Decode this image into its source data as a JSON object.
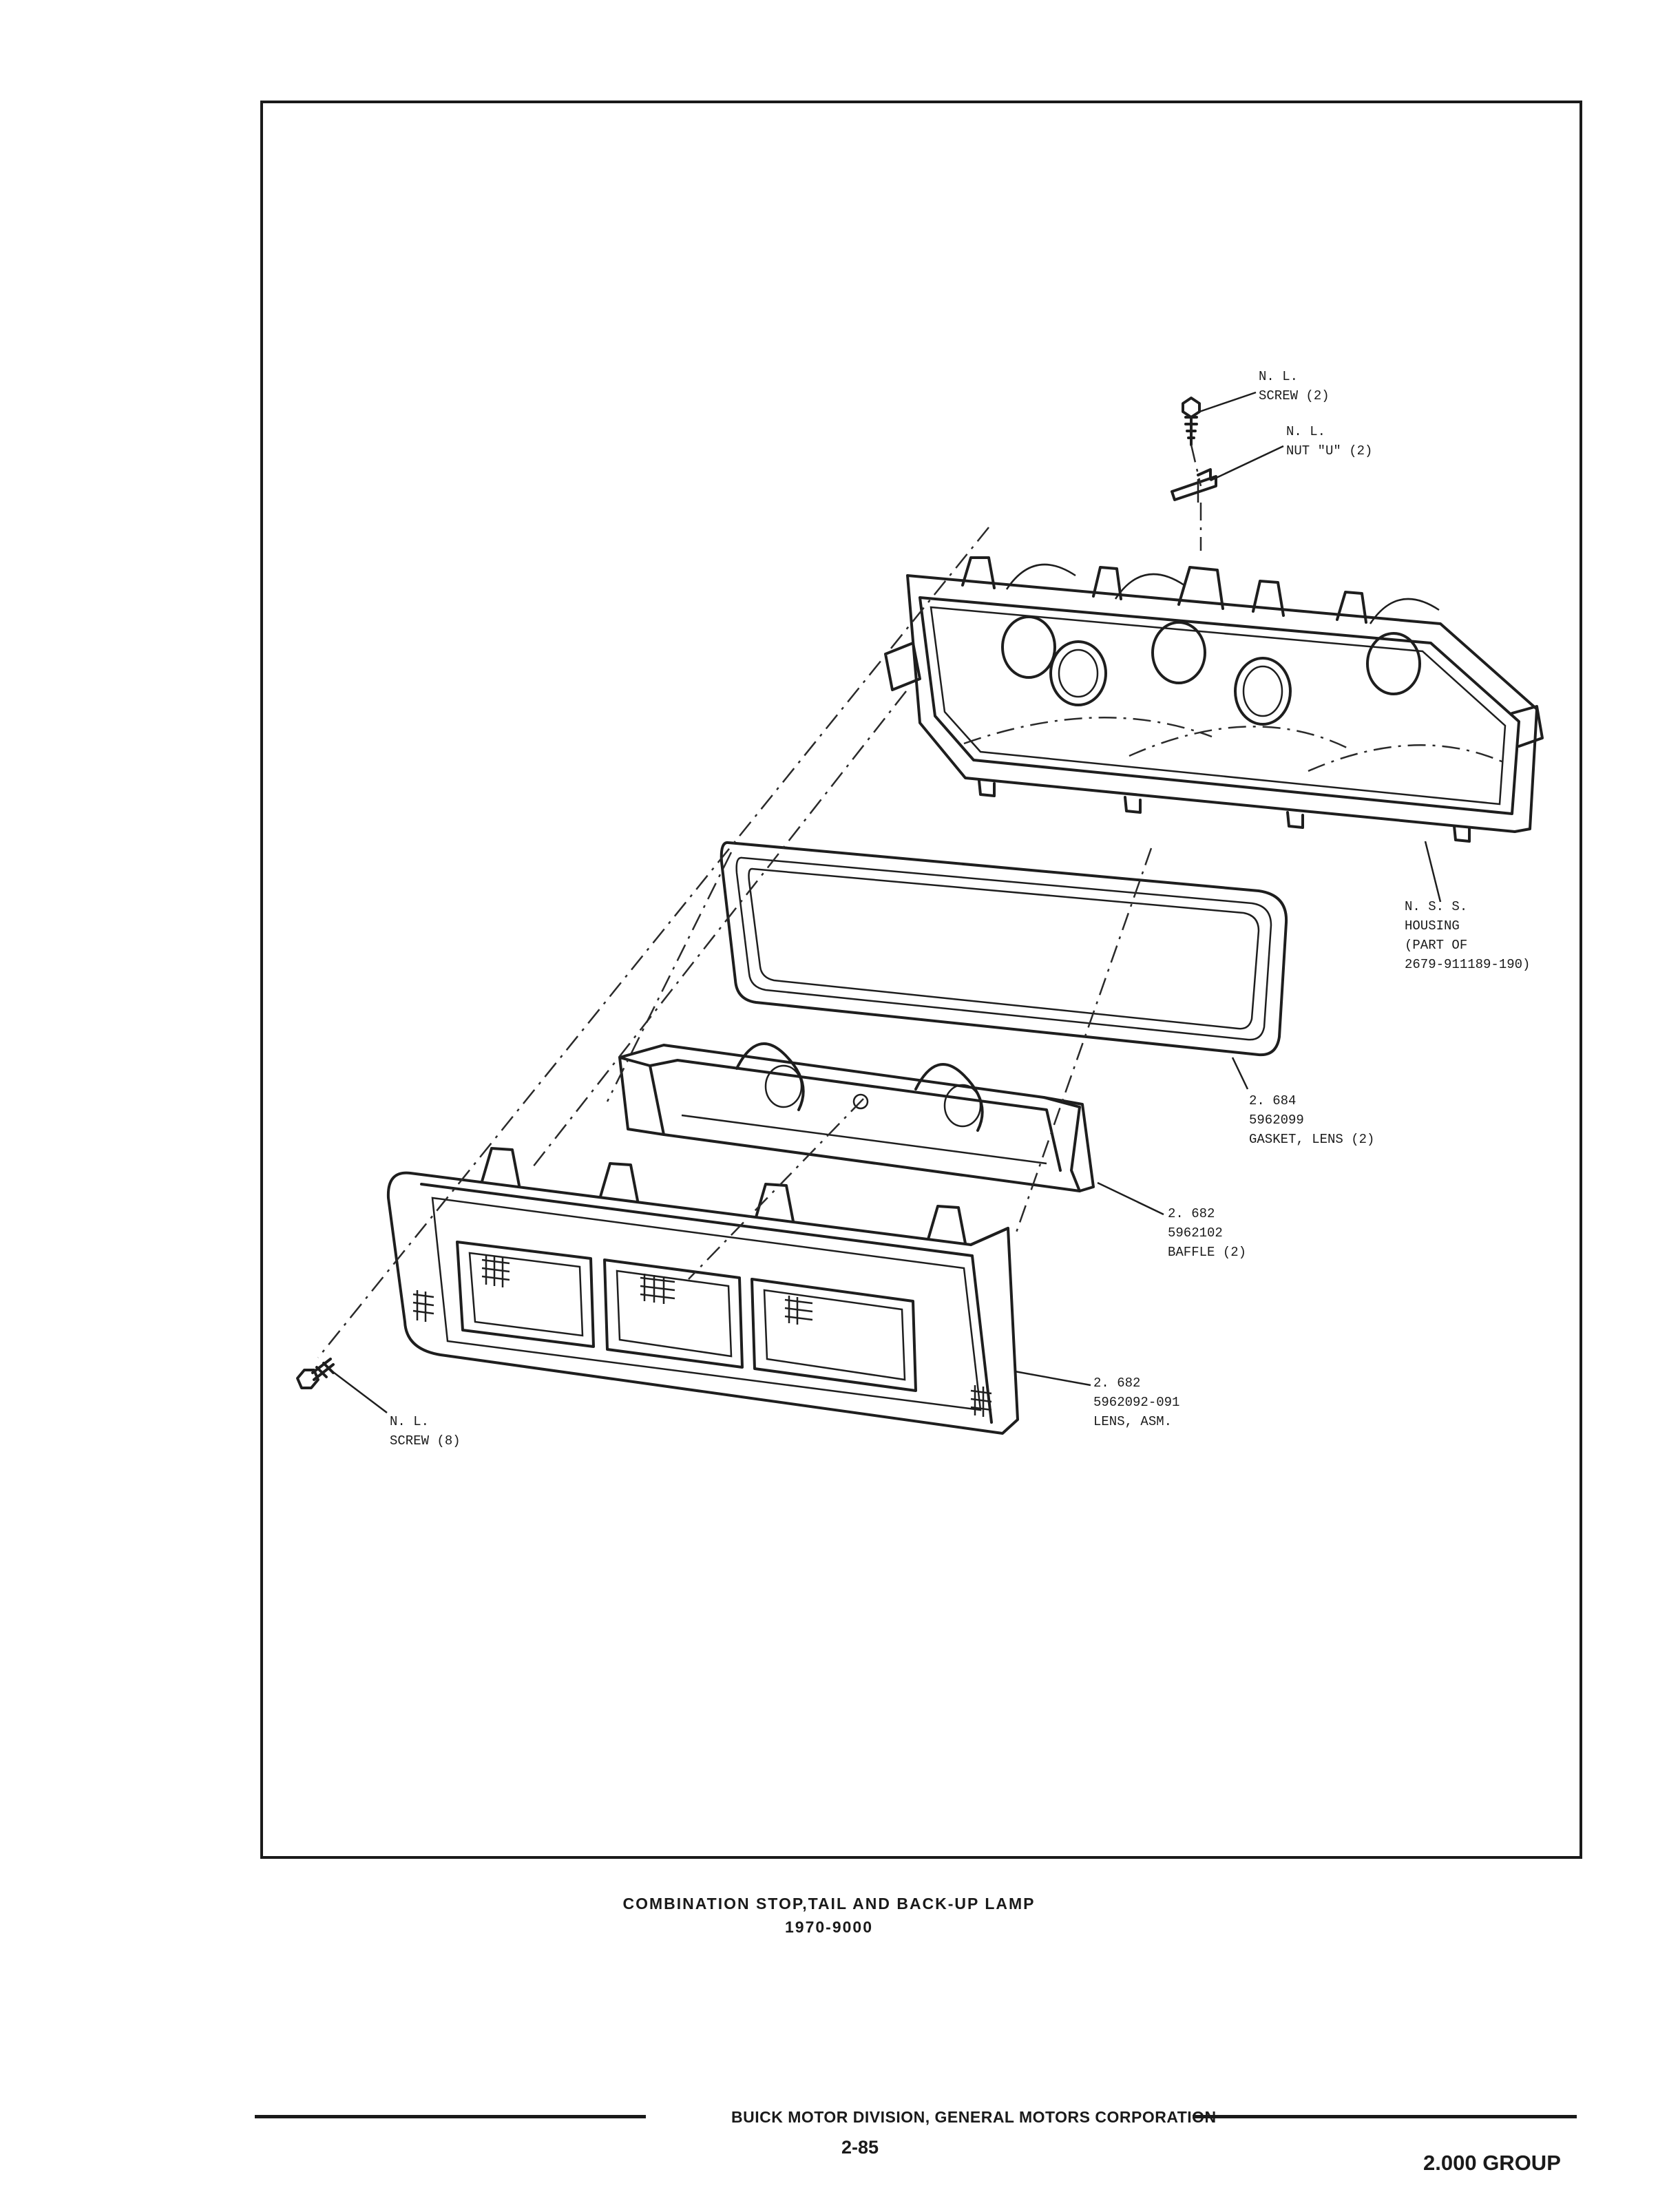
{
  "labels": {
    "screw_top": {
      "line1": "N. L.",
      "line2": "SCREW (2)"
    },
    "nut": {
      "line1": "N. L.",
      "line2": "NUT \"U\" (2)"
    },
    "housing": {
      "line1": "N. S. S.",
      "line2": "HOUSING",
      "line3": "(PART OF",
      "line4": "2679-911189-190)"
    },
    "gasket": {
      "line1": "2. 684",
      "line2": "5962099",
      "line3": "GASKET, LENS (2)"
    },
    "baffle": {
      "line1": "2. 682",
      "line2": "5962102",
      "line3": "BAFFLE (2)"
    },
    "lens": {
      "line1": "2. 682",
      "line2": "5962092-091",
      "line3": "LENS, ASM."
    },
    "screw_bottom": {
      "line1": "N. L.",
      "line2": "SCREW (8)"
    }
  },
  "caption": {
    "title": "COMBINATION STOP,TAIL AND BACK-UP LAMP",
    "code": "1970-9000"
  },
  "footer": {
    "corporation": "BUICK MOTOR DIVISION, GENERAL MOTORS CORPORATION",
    "page": "2-85",
    "group": "2.000 GROUP"
  }
}
